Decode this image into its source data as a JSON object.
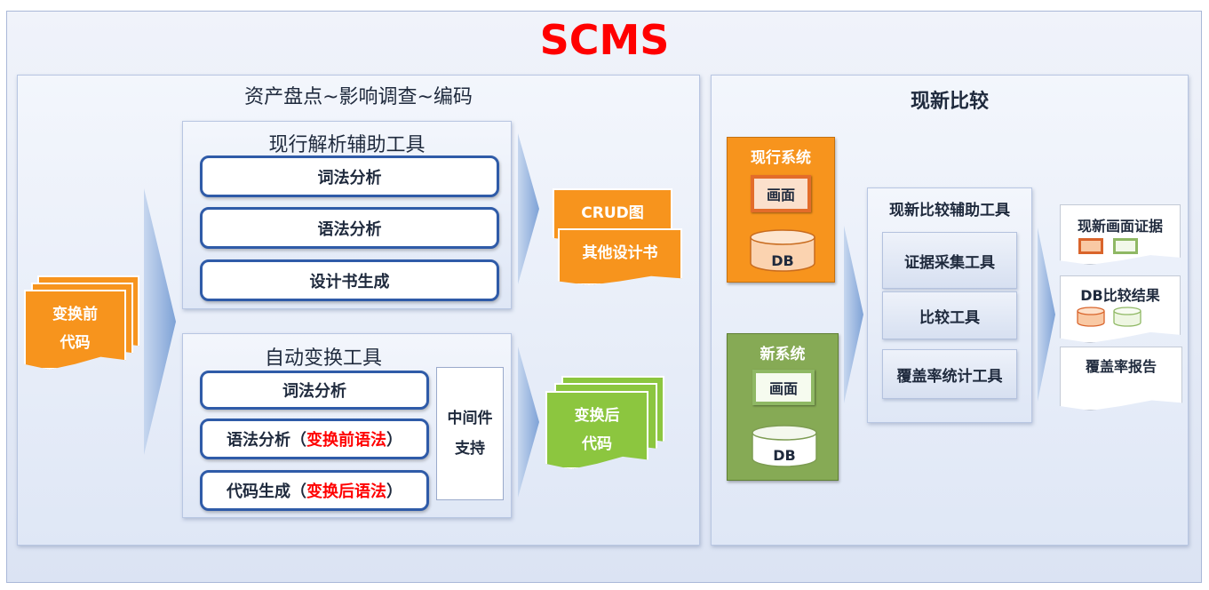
{
  "title": "SCMS",
  "left_panel": {
    "title": "资产盘点~影响调查~编码",
    "input_doc": [
      "变换前",
      "代码"
    ],
    "analysis_tool": {
      "title": "现行解析辅助工具",
      "items": [
        "词法分析",
        "语法分析",
        "设计书生成"
      ]
    },
    "analysis_outputs": [
      "CRUD图",
      "其他设计书"
    ],
    "convert_tool": {
      "title": "自动变换工具",
      "item1": "词法分析",
      "item2_main": "语法分析（",
      "item2_red": "变换前语法",
      "item2_end": "）",
      "item3_main": "代码生成（",
      "item3_red": "变换后语法",
      "item3_end": "）",
      "middleware": [
        "中间件",
        "支持"
      ]
    },
    "output_doc": [
      "变换后",
      "代码"
    ]
  },
  "right_panel": {
    "title": "现新比较",
    "current_system": {
      "label": "现行系统",
      "screen": "画面",
      "db": "DB"
    },
    "new_system": {
      "label": "新系统",
      "screen": "画面",
      "db": "DB"
    },
    "compare_tool": {
      "title": "现新比较辅助工具",
      "items": [
        "证据采集工具",
        "比较工具",
        "覆盖率统计工具"
      ]
    },
    "results": [
      "现新画面证据",
      "DB比较结果",
      "覆盖率报告"
    ]
  },
  "colors": {
    "title_red": "#ff0000",
    "orange": "#f7941d",
    "green": "#8cc63f",
    "pill_border": "#2f5ba8",
    "arrow_blue": "#8fb0dc"
  }
}
